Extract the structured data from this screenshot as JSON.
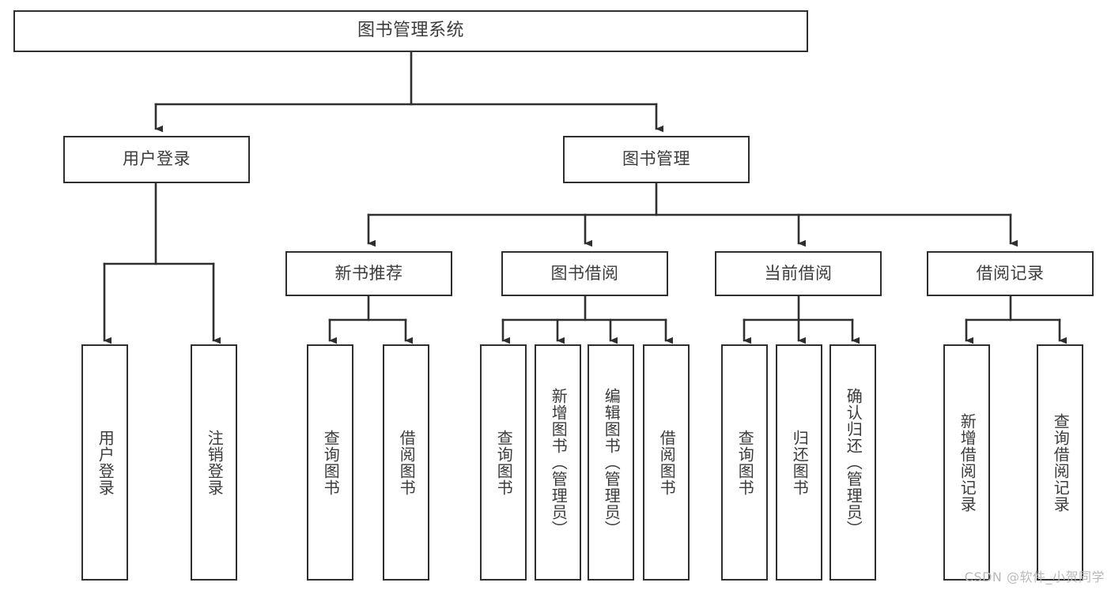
{
  "diagram": {
    "title": "图书管理系统",
    "watermark": "CSDN @软件_小贺同学",
    "colors": {
      "stroke": "#2f2f2f",
      "text": "#3b3b3b",
      "background": "#ffffff",
      "watermark": "#b9b9b9"
    },
    "root": {
      "label": "图书管理系统"
    },
    "level1": [
      {
        "label": "用户登录"
      },
      {
        "label": "图书管理"
      }
    ],
    "level2": [
      {
        "label": "新书推荐"
      },
      {
        "label": "图书借阅"
      },
      {
        "label": "当前借阅"
      },
      {
        "label": "借阅记录"
      }
    ],
    "leaves": {
      "user_login": [
        {
          "label": "用户登录"
        },
        {
          "label": "注销登录"
        }
      ],
      "new_book_recommend": [
        {
          "label": "查询图书"
        },
        {
          "label": "借阅图书"
        }
      ],
      "book_borrow": [
        {
          "label": "查询图书"
        },
        {
          "label": "新增图书（管理员）"
        },
        {
          "label": "编辑图书（管理员）"
        },
        {
          "label": "借阅图书"
        }
      ],
      "current_borrow": [
        {
          "label": "查询图书"
        },
        {
          "label": "归还图书"
        },
        {
          "label": "确认归还（管理员）"
        }
      ],
      "borrow_record": [
        {
          "label": "新增借阅记录"
        },
        {
          "label": "查询借阅记录"
        }
      ]
    }
  }
}
